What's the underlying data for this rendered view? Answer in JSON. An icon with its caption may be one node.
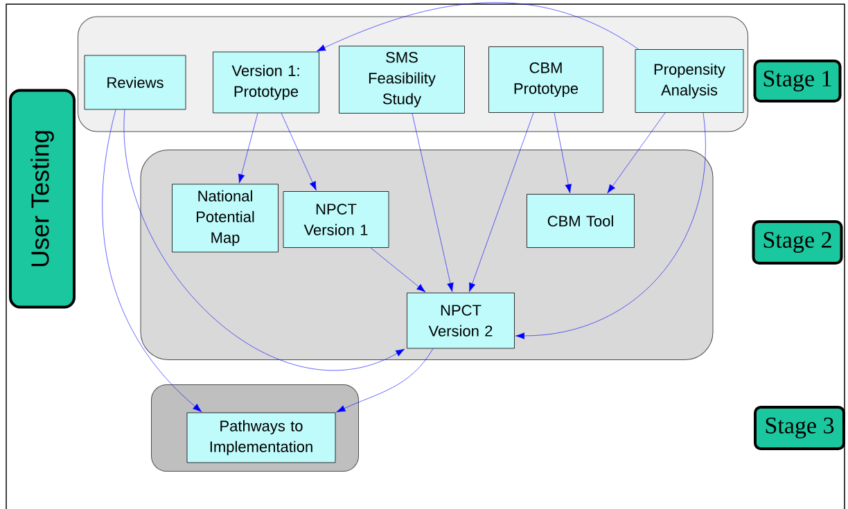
{
  "diagram": {
    "nodes": [
      {
        "text": [
          "User Testing"
        ]
      },
      {
        "text": [],
        "shape": "box"
      },
      {
        "text": [
          "Reviews"
        ],
        "in": 1
      },
      {
        "text": [
          "Version 1: Prototype"
        ],
        "in": 1
      },
      {
        "text": [
          "SMS Feasibility Study"
        ],
        "in": 1
      },
      {
        "text": [
          "CBM Prototype"
        ],
        "in": 1
      },
      {
        "text": [
          "Propensity Analysis"
        ],
        "in": 1
      },
      {
        "text": [
          "Stage 1"
        ]
      },
      {
        "text": [],
        "shape": "box"
      },
      {
        "text": [
          "National Potential Map"
        ],
        "in": 8
      },
      {
        "text": [
          "NPCT Version 1"
        ],
        "in": 8
      },
      {
        "text": [
          "CBM Tool"
        ],
        "in": 8
      },
      {
        "text": [
          "Stage 2"
        ]
      },
      {
        "text": [
          "NPCT Version 2"
        ],
        "in": 8
      },
      {
        "text": [],
        "shape": "box"
      },
      {
        "text": [
          "Pathways to Implementation"
        ],
        "in": 14
      },
      {
        "text": [
          "Stage 3"
        ]
      }
    ],
    "edges": [
      {
        "from": 6,
        "to": 3,
        "arrow": "to"
      },
      {
        "from": 3,
        "to": 9,
        "arrow": "to"
      },
      {
        "from": 3,
        "to": 10,
        "arrow": "to"
      },
      {
        "from": 4,
        "to": 13,
        "arrow": "to"
      },
      {
        "from": 5,
        "to": 13,
        "arrow": "to"
      },
      {
        "from": 5,
        "to": 11,
        "arrow": "to"
      },
      {
        "from": 6,
        "to": 11,
        "arrow": "to"
      },
      {
        "from": 6,
        "to": 13,
        "arrow": "to"
      },
      {
        "from": 2,
        "to": 13,
        "arrow": "to"
      },
      {
        "from": 2,
        "to": 15,
        "arrow": "to"
      },
      {
        "from": 10,
        "to": 13,
        "arrow": "to"
      },
      {
        "from": 13,
        "to": 15,
        "arrow": "to"
      }
    ]
  }
}
